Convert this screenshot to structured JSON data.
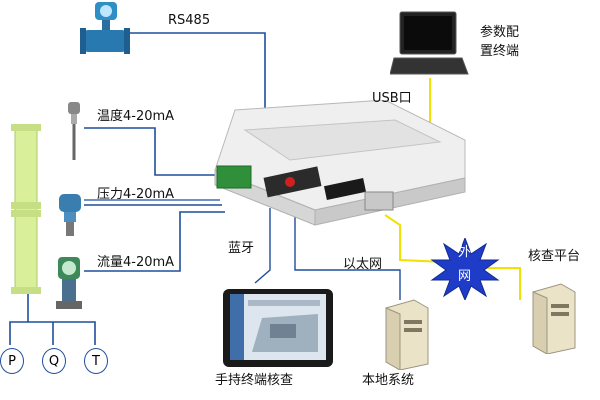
{
  "labels": {
    "rs485": "RS485",
    "temperature": "温度4-20mA",
    "pressure": "压力4-20mA",
    "flow": "流量4-20mA",
    "usb": "USB口",
    "config_terminal_line1": "参数配",
    "config_terminal_line2": "置终端",
    "bluetooth": "蓝牙",
    "ethernet": "以太网",
    "external_net_line1": "外",
    "external_net_line2": "网",
    "check_platform": "核查平台",
    "handheld": "手持终端核查",
    "local_system": "本地系统"
  },
  "gauges": [
    "P",
    "Q",
    "T"
  ],
  "colors": {
    "wire_blue": "#1f4e9c",
    "wire_yellow": "#f2e000",
    "network_blue": "#1e3cc8",
    "pipe_green": "#d9ef9a",
    "device_body": "#eeeeee",
    "terminal_green": "#2f8f3a"
  }
}
